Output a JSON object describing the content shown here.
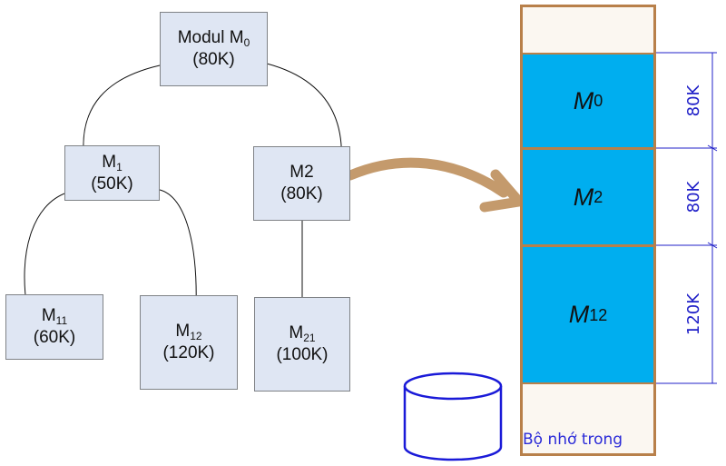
{
  "tree": {
    "root": {
      "name": "Modul M",
      "sub": "0",
      "size": "(80K)"
    },
    "m1": {
      "name": "M",
      "sub": "1",
      "size": "(50K)"
    },
    "m2": {
      "name": "M2",
      "sub": "",
      "size": "(80K)"
    },
    "m11": {
      "name": "M",
      "sub": "11",
      "size": "(60K)"
    },
    "m12": {
      "name": "M",
      "sub": "12",
      "size": "(120K)"
    },
    "m21": {
      "name": "M",
      "sub": "21",
      "size": "(100K)"
    }
  },
  "memory": {
    "caption": "Bộ nhớ trong",
    "segments": [
      {
        "name": "M",
        "sub": "0",
        "size": "80K"
      },
      {
        "name": "M",
        "sub": "2",
        "size": "80K"
      },
      {
        "name": "M",
        "sub": "12",
        "size": "120K"
      }
    ]
  },
  "colors": {
    "node_fill": "#dfe6f3",
    "segment_fill": "#00aeef",
    "memory_border": "#b8804a",
    "dimension_color": "#2020c8",
    "disk_color": "#1a1ad8"
  }
}
